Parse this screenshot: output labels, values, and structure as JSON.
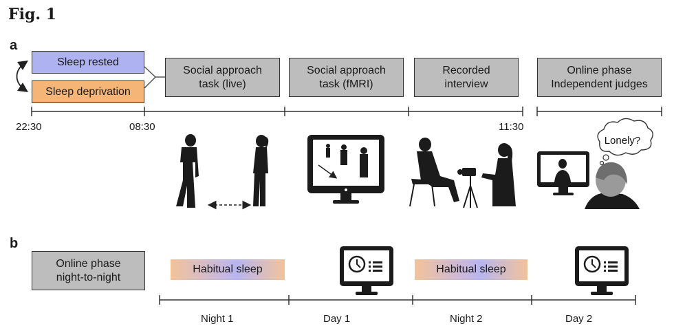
{
  "figure_title": "Fig. 1",
  "panel_a": {
    "letter": "a",
    "conditions": [
      "Sleep rested",
      "Sleep deprivation"
    ],
    "steps": [
      "Social approach\ntask (live)",
      "Social approach\ntask (fMRI)",
      "Recorded\ninterview",
      "Online phase\nIndependent judges"
    ],
    "times": [
      "22:30",
      "08:30",
      "11:30"
    ],
    "speech_bubble": "Lonely?"
  },
  "panel_b": {
    "letter": "b",
    "online_box": "Online phase\nnight-to-night",
    "habitual": [
      "Habitual sleep",
      "Habitual sleep"
    ],
    "periods": [
      "Night 1",
      "Day 1",
      "Night 2",
      "Day 2"
    ]
  },
  "colors": {
    "rested": "#aeb2f1",
    "deprivation": "#f5b576",
    "step_box": "#bdbdbd",
    "silhouette": "#1b1b1b"
  }
}
